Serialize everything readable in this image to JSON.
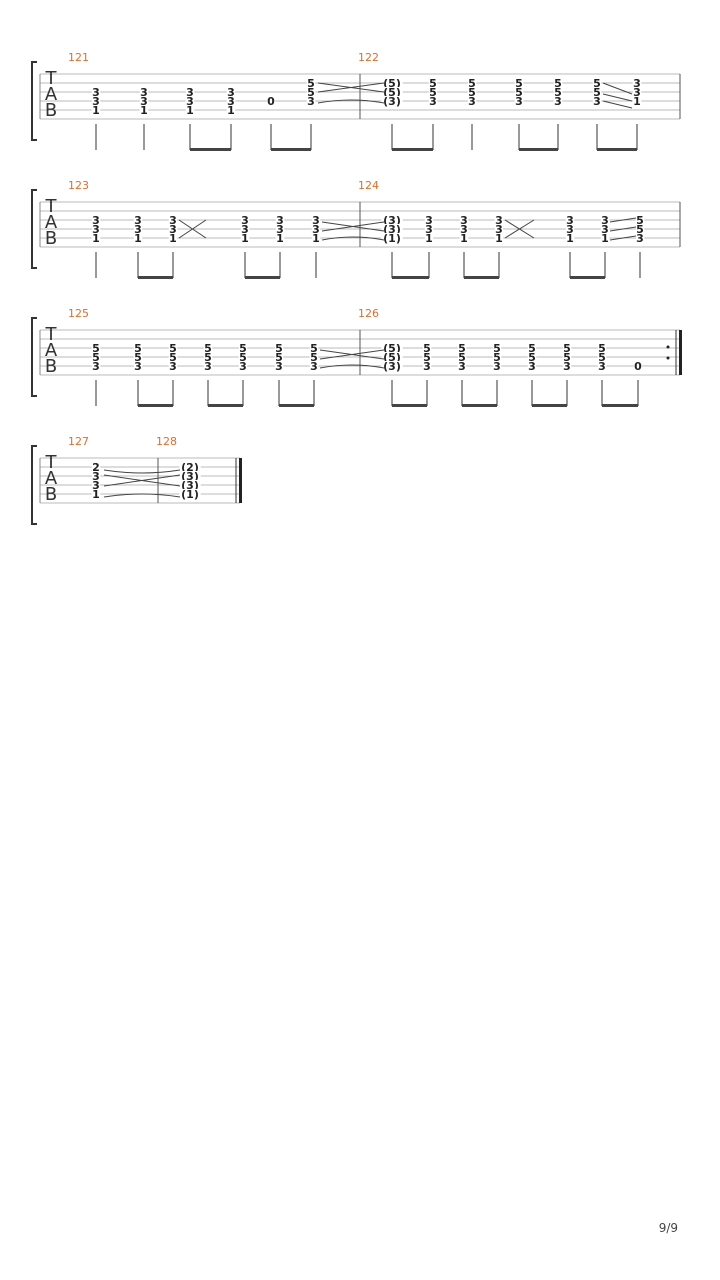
{
  "page_number": "9/9",
  "tab_letters": [
    "T",
    "A",
    "B"
  ],
  "systems": [
    {
      "measures": [
        {
          "number": "121",
          "events": [
            {
              "frets": [
                null,
                null,
                "3",
                "3",
                "1",
                null
              ]
            },
            {
              "frets": [
                null,
                null,
                "3",
                "3",
                "1",
                null
              ]
            },
            {
              "frets": [
                null,
                null,
                "3",
                "3",
                "1",
                null
              ]
            },
            {
              "frets": [
                null,
                null,
                "3",
                "3",
                "1",
                null
              ]
            },
            {
              "frets": [
                null,
                null,
                null,
                "0",
                null,
                null
              ]
            },
            {
              "frets": [
                null,
                "5",
                "5",
                "3",
                null,
                null
              ]
            }
          ]
        },
        {
          "number": "122",
          "events": [
            {
              "frets": [
                null,
                "(5)",
                "(5)",
                "(3)",
                null,
                null
              ]
            },
            {
              "frets": [
                null,
                "5",
                "5",
                "3",
                null,
                null
              ]
            },
            {
              "frets": [
                null,
                "5",
                "5",
                "3",
                null,
                null
              ]
            },
            {
              "frets": [
                null,
                "5",
                "5",
                "3",
                null,
                null
              ]
            },
            {
              "frets": [
                null,
                "5",
                "5",
                "3",
                null,
                null
              ]
            },
            {
              "frets": [
                null,
                "5",
                "5",
                "3",
                null,
                null
              ]
            },
            {
              "frets": [
                null,
                "3",
                "3",
                "1",
                null,
                null
              ]
            }
          ]
        }
      ]
    },
    {
      "measures": [
        {
          "number": "123",
          "events": [
            {
              "frets": [
                null,
                null,
                "3",
                "3",
                "1",
                null
              ]
            },
            {
              "frets": [
                null,
                null,
                "3",
                "3",
                "1",
                null
              ]
            },
            {
              "frets": [
                null,
                null,
                "3",
                "3",
                "1",
                null
              ]
            },
            {
              "frets": [
                null,
                null,
                "3",
                "3",
                "1",
                null
              ]
            },
            {
              "frets": [
                null,
                null,
                "3",
                "3",
                "1",
                null
              ]
            },
            {
              "frets": [
                null,
                null,
                "3",
                "3",
                "1",
                null
              ]
            }
          ]
        },
        {
          "number": "124",
          "events": [
            {
              "frets": [
                null,
                null,
                "(3)",
                "(3)",
                "(1)",
                null
              ]
            },
            {
              "frets": [
                null,
                null,
                "3",
                "3",
                "1",
                null
              ]
            },
            {
              "frets": [
                null,
                null,
                "3",
                "3",
                "1",
                null
              ]
            },
            {
              "frets": [
                null,
                null,
                "3",
                "3",
                "1",
                null
              ]
            },
            {
              "frets": [
                null,
                null,
                "3",
                "3",
                "1",
                null
              ]
            },
            {
              "frets": [
                null,
                null,
                "3",
                "3",
                "1",
                null
              ]
            },
            {
              "frets": [
                null,
                null,
                "5",
                "5",
                "3",
                null
              ]
            }
          ]
        }
      ]
    },
    {
      "measures": [
        {
          "number": "125",
          "events": [
            {
              "frets": [
                null,
                null,
                "5",
                "5",
                "3",
                null
              ]
            },
            {
              "frets": [
                null,
                null,
                "5",
                "5",
                "3",
                null
              ]
            },
            {
              "frets": [
                null,
                null,
                "5",
                "5",
                "3",
                null
              ]
            },
            {
              "frets": [
                null,
                null,
                "5",
                "5",
                "3",
                null
              ]
            },
            {
              "frets": [
                null,
                null,
                "5",
                "5",
                "3",
                null
              ]
            },
            {
              "frets": [
                null,
                null,
                "5",
                "5",
                "3",
                null
              ]
            },
            {
              "frets": [
                null,
                null,
                "5",
                "5",
                "3",
                null
              ]
            }
          ]
        },
        {
          "number": "126",
          "events": [
            {
              "frets": [
                null,
                null,
                "(5)",
                "(5)",
                "(3)",
                null
              ]
            },
            {
              "frets": [
                null,
                null,
                "5",
                "5",
                "3",
                null
              ]
            },
            {
              "frets": [
                null,
                null,
                "5",
                "5",
                "3",
                null
              ]
            },
            {
              "frets": [
                null,
                null,
                "5",
                "5",
                "3",
                null
              ]
            },
            {
              "frets": [
                null,
                null,
                "5",
                "5",
                "3",
                null
              ]
            },
            {
              "frets": [
                null,
                null,
                "5",
                "5",
                "3",
                null
              ]
            },
            {
              "frets": [
                null,
                null,
                "5",
                "5",
                "3",
                null
              ]
            },
            {
              "frets": [
                null,
                null,
                null,
                null,
                "0",
                null
              ]
            }
          ]
        }
      ]
    },
    {
      "measures": [
        {
          "number": "127",
          "events": [
            {
              "frets": [
                null,
                "2",
                "3",
                "3",
                "1",
                null
              ]
            }
          ]
        },
        {
          "number": "128",
          "events": [
            {
              "frets": [
                null,
                "(2)",
                "(3)",
                "(3)",
                "(1)",
                null
              ]
            }
          ]
        }
      ]
    }
  ]
}
